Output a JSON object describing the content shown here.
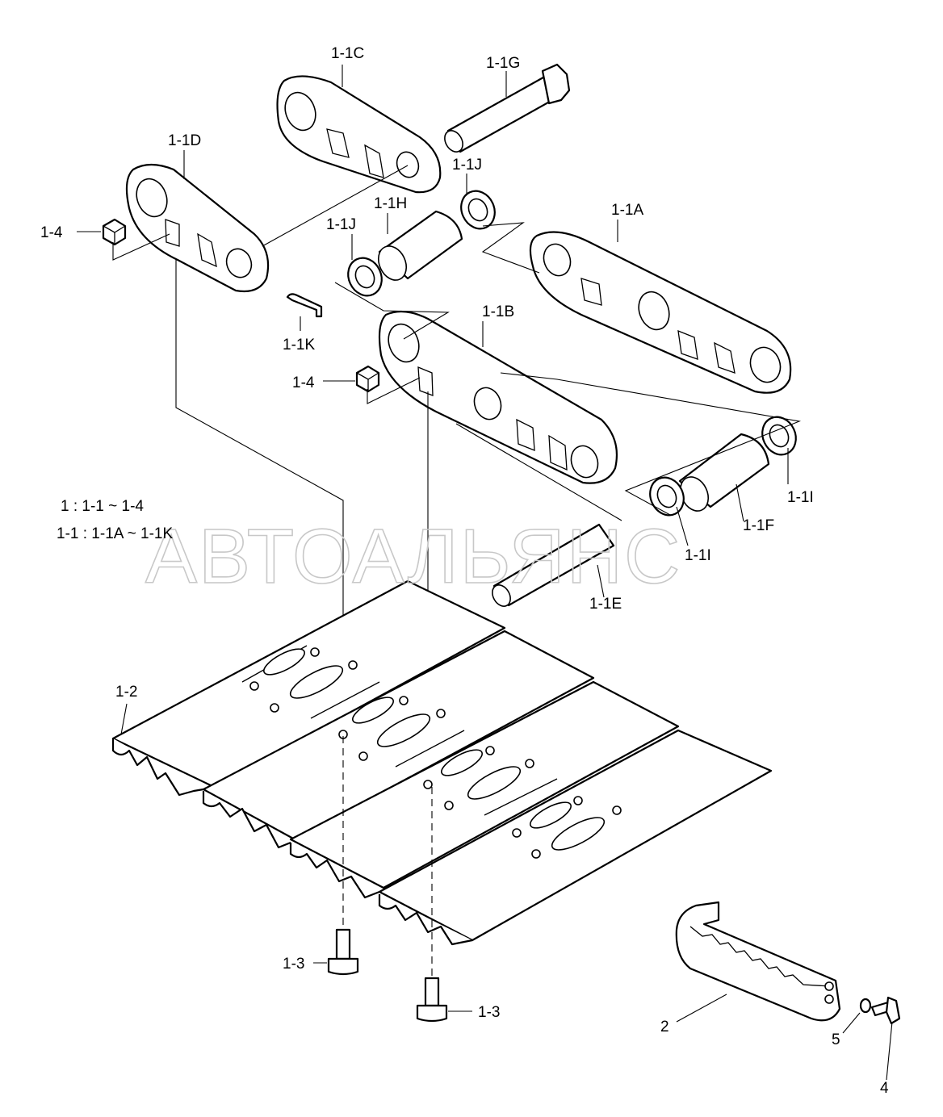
{
  "labels": {
    "l_1_1C": "1-1C",
    "l_1_1G": "1-1G",
    "l_1_1D": "1-1D",
    "l_1_1J_top": "1-1J",
    "l_1_1H": "1-1H",
    "l_1_1J_left": "1-1J",
    "l_1_1A": "1-1A",
    "l_1_4_top": "1-4",
    "l_1_1K": "1-1K",
    "l_1_1B": "1-1B",
    "l_1_4_mid": "1-4",
    "l_1_1I_right": "1-1I",
    "l_1_1F": "1-1F",
    "l_1_1I_mid": "1-1I",
    "l_1_1E": "1-1E",
    "l_1_2": "1-2",
    "l_1_3_left": "1-3",
    "l_1_3_right": "1-3",
    "l_2": "2",
    "l_5": "5",
    "l_4": "4"
  },
  "notes": {
    "line1": "1 : 1-1 ~ 1-4",
    "line2": "1-1 : 1-1A ~ 1-1K"
  },
  "watermark": "АВТОАЛЬЯНС"
}
